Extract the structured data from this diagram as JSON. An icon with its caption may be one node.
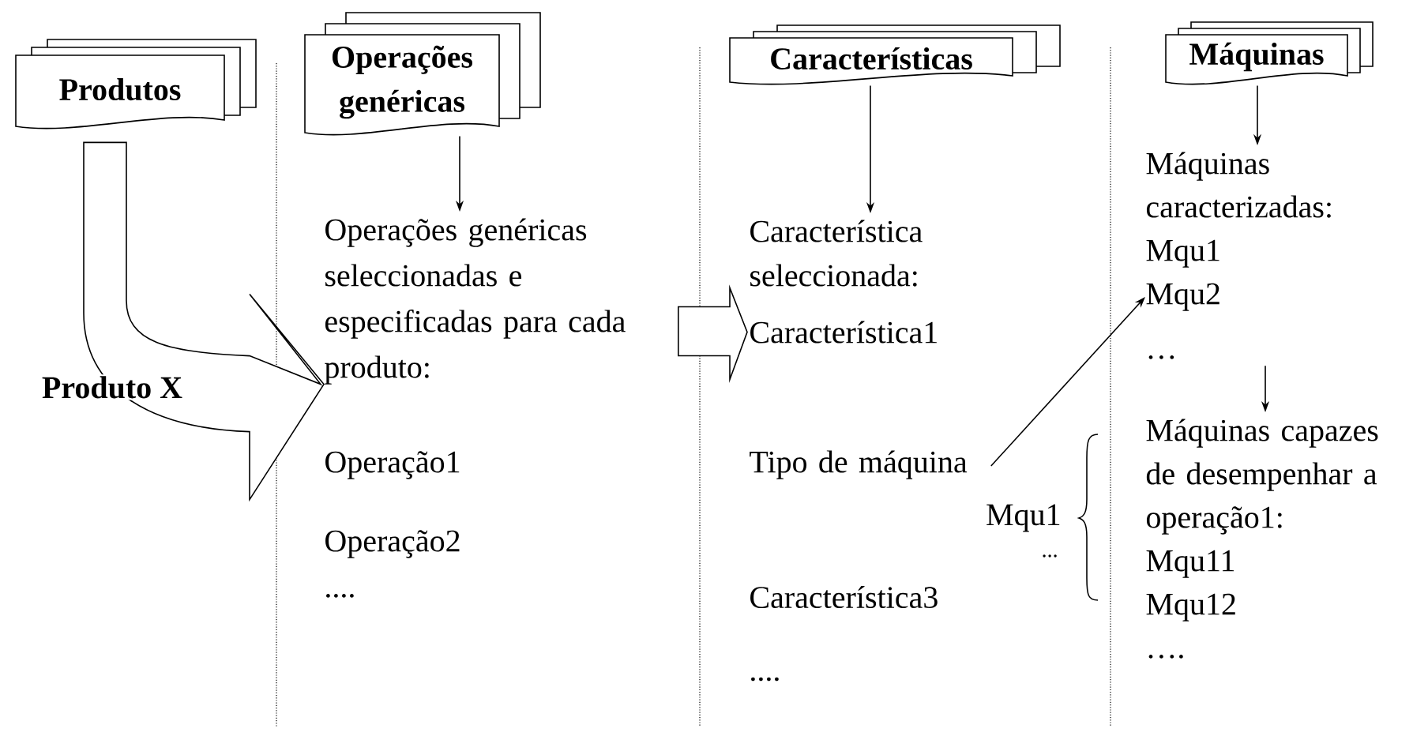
{
  "diagram": {
    "nodes": [
      {
        "text": [
          "Produtos"
        ]
      },
      {
        "text": [
          "Operações genéricas"
        ]
      },
      {
        "text": [
          "Características"
        ]
      },
      {
        "text": [
          "Máquinas"
        ]
      },
      {
        "text": [
          "Operações genéricas seleccionadas e especificadas para cada produto:",
          "Operação1",
          "Operação2",
          "...."
        ]
      },
      {
        "text": [
          "Característica seleccionada:"
        ]
      },
      {
        "text": [
          "Característica1"
        ]
      },
      {
        "text": [
          "Tipo de máquina"
        ]
      },
      {
        "text": [
          "Máquinas caracterizadas:",
          "Mqu1",
          "Mqu2",
          "…"
        ]
      },
      {
        "text": [
          "Máquinas capazes de desempenhar a operação1:",
          "Mqu11",
          "Mqu12",
          "…."
        ]
      }
    ],
    "edges": [
      {
        "from": 0,
        "to": 4,
        "arrow": "to",
        "label": "Produto X",
        "style": "thick"
      },
      {
        "from": 1,
        "to": 4,
        "arrow": "to"
      },
      {
        "from": 4,
        "to": 6,
        "arrow": "to",
        "style": "thick"
      },
      {
        "from": 2,
        "to": 5,
        "arrow": "to"
      },
      {
        "from": 7,
        "to": 8,
        "arrow": "to"
      },
      {
        "from": 3,
        "to": 8,
        "arrow": "to"
      },
      {
        "from": 8,
        "to": 9,
        "arrow": "to"
      }
    ],
    "labels": [
      "Mqu1",
      "...",
      "Característica3",
      "...."
    ]
  }
}
